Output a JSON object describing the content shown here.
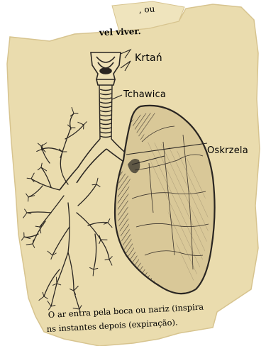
{
  "labels": {
    "larynx": "Krtań",
    "trachea": "Tchawica",
    "bronchi": "Oskrzela"
  },
  "text_fragments": {
    "top_fragment": ", ou",
    "top_line": "vel viver.",
    "bottom_line_1": "O ar entra pela boca ou nariz (inspira",
    "bottom_line_2": "ns instantes depois (expiração)."
  },
  "colors": {
    "paper": "#eadcae",
    "paper_edge": "#d7c48f",
    "ink": "#2a2622"
  }
}
